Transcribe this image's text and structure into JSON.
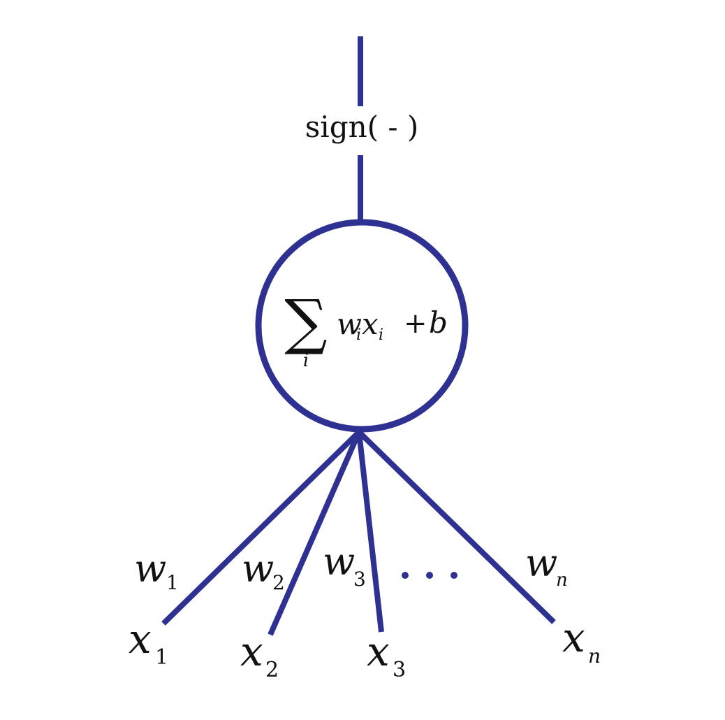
{
  "diagram": {
    "colors": {
      "stroke": "#2e3192",
      "text": "#111111",
      "background": "#ffffff"
    },
    "activation_label": "sign( - )",
    "neuron": {
      "sum_symbol": "∑",
      "sum_index": "i",
      "term_w": "w",
      "term_w_sub": "i",
      "term_x": "x",
      "term_x_sub": "i",
      "plus": "+",
      "bias": "b"
    },
    "inputs": [
      {
        "weight": "w",
        "weight_sub": "1",
        "input": "x",
        "input_sub": "1"
      },
      {
        "weight": "w",
        "weight_sub": "2",
        "input": "x",
        "input_sub": "2"
      },
      {
        "weight": "w",
        "weight_sub": "3",
        "input": "x",
        "input_sub": "3"
      },
      {
        "weight": "w",
        "weight_sub": "n",
        "input": "x",
        "input_sub": "n"
      }
    ],
    "ellipsis": "• • •"
  }
}
